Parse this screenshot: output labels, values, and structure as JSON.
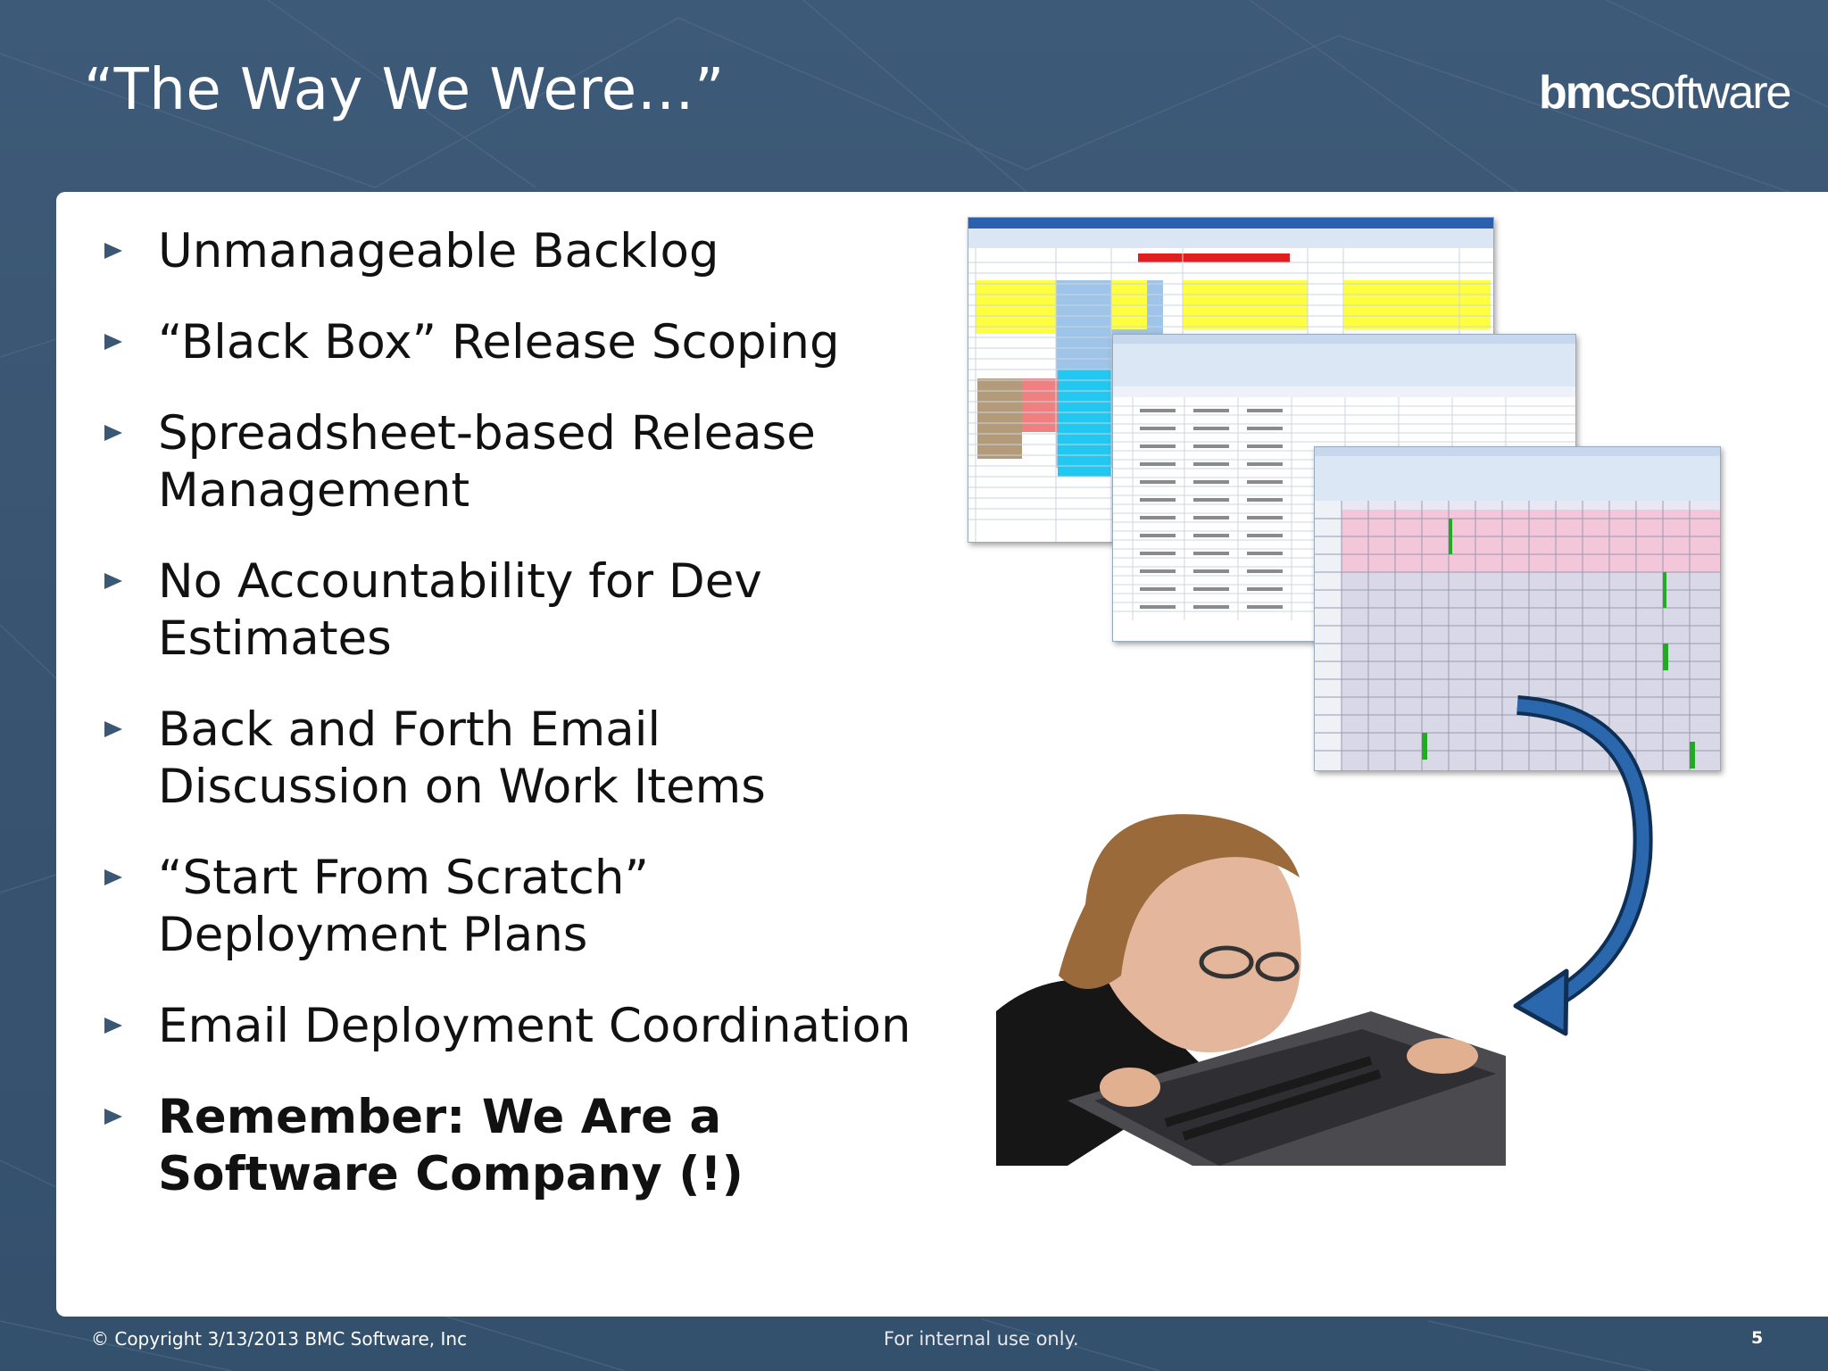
{
  "slide": {
    "title": "“The Way We Were…”",
    "logo": {
      "brand_bold": "bmc",
      "brand_light": "software",
      "icon": "bmc-chevron-logo-icon"
    }
  },
  "bullets": [
    {
      "text": "Unmanageable Backlog",
      "bold": false
    },
    {
      "text": "“Black Box” Release Scoping",
      "bold": false
    },
    {
      "text": "Spreadsheet-based Release Management",
      "bold": false
    },
    {
      "text": "No Accountability for Dev Estimates",
      "bold": false
    },
    {
      "text": "Back and Forth Email Discussion on Work Items",
      "bold": false
    },
    {
      "text": "“Start From Scratch” Deployment Plans",
      "bold": false
    },
    {
      "text": "Email Deployment Coordination",
      "bold": false
    },
    {
      "text": "Remember: We Are a Software Company (!)",
      "bold": true
    }
  ],
  "images": {
    "spreadsheets": [
      "spreadsheet-screenshot",
      "spreadsheet-screenshot",
      "spreadsheet-screenshot"
    ],
    "photo": "frustrated-woman-biting-laptop-photo",
    "arrow": "curved-arrow-icon"
  },
  "colors": {
    "background": "#3a5775",
    "panel": "#ffffff",
    "bullet_arrow": "#3a5775",
    "curve_arrow": "#1f4e85"
  },
  "footer": {
    "copyright": "© Copyright 3/13/2013 BMC Software, Inc",
    "internal": "For internal use only.",
    "page_number": "5"
  }
}
